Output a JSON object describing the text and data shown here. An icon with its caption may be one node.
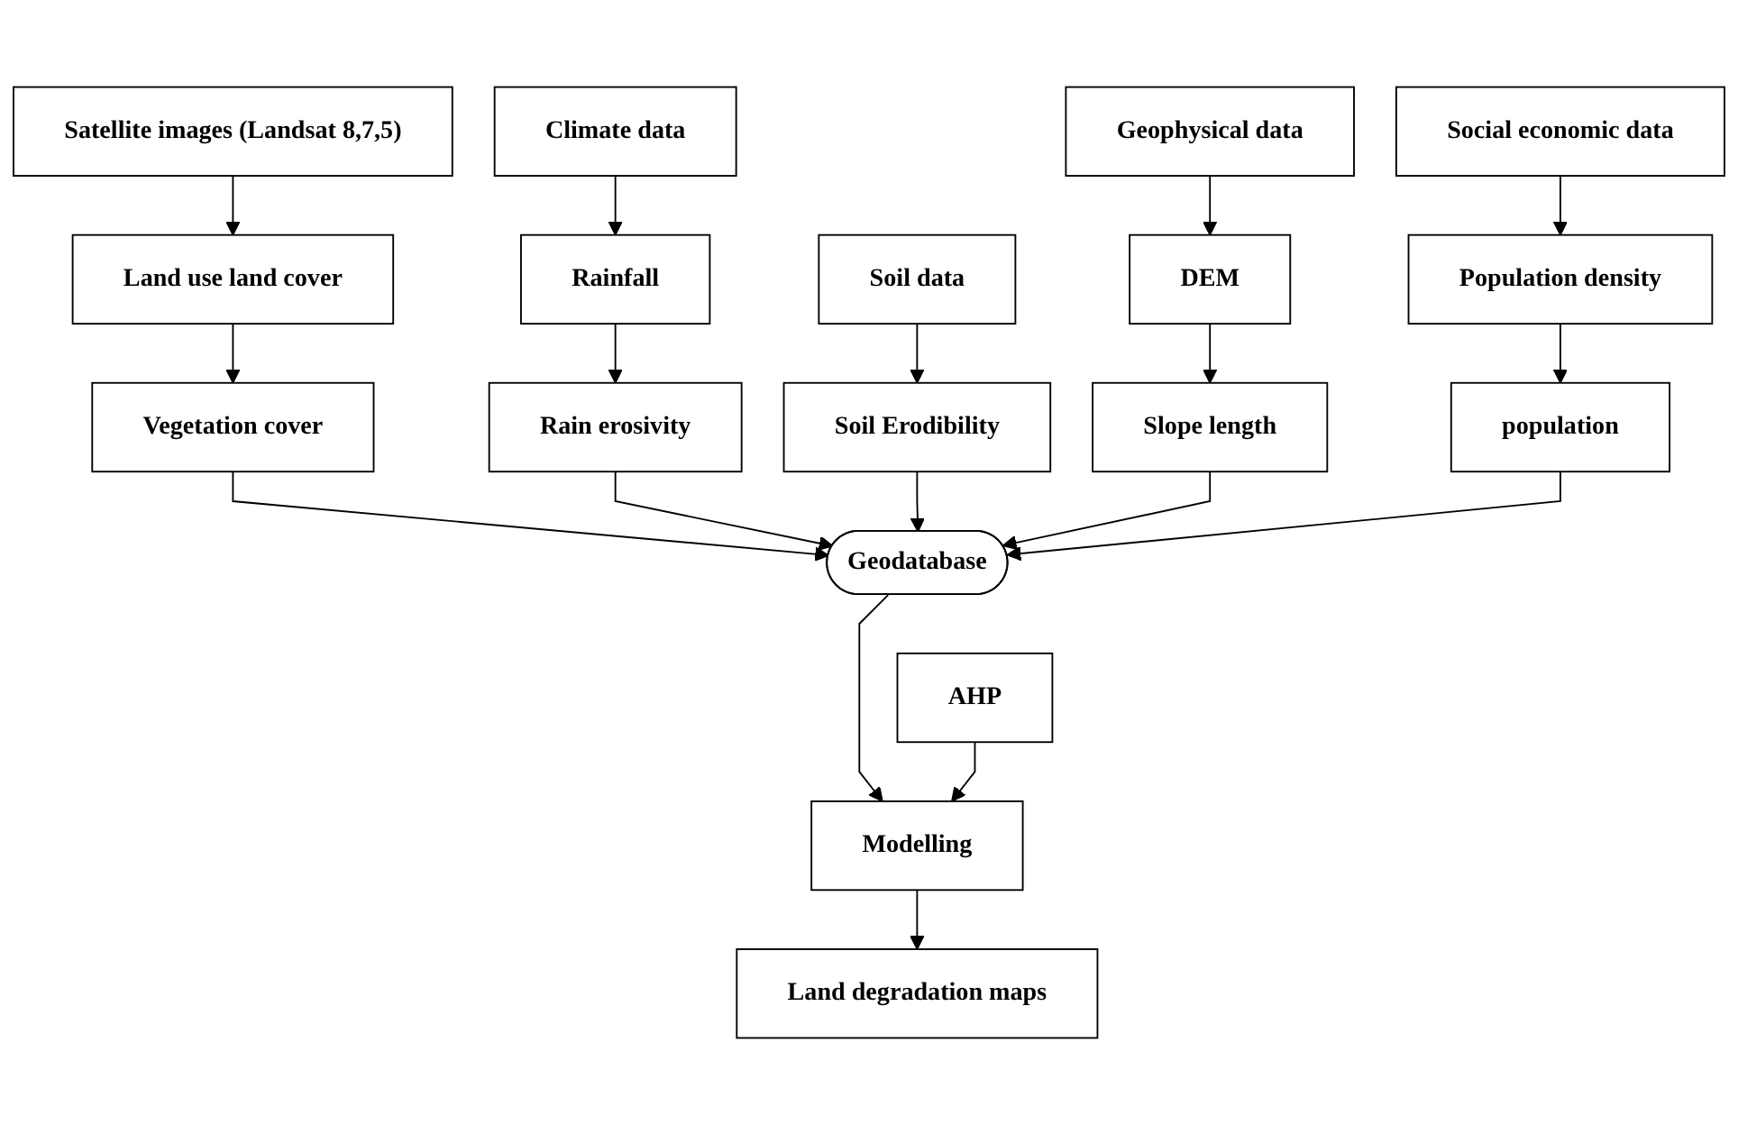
{
  "diagram": {
    "nodes": [
      {
        "text": [
          "Satellite images (Landsat 8,7,5)"
        ]
      },
      {
        "text": [
          "Climate data"
        ]
      },
      {
        "text": [
          "Soil data"
        ]
      },
      {
        "text": [
          "Geophysical data"
        ]
      },
      {
        "text": [
          "Social economic data"
        ]
      },
      {
        "text": [
          "Land use land cover"
        ]
      },
      {
        "text": [
          "Rainfall"
        ]
      },
      {
        "text": [
          "Soil Erodibility"
        ]
      },
      {
        "text": [
          "DEM"
        ]
      },
      {
        "text": [
          "Population density"
        ]
      },
      {
        "text": [
          "Vegetation cover"
        ]
      },
      {
        "text": [
          "Rain erosivity"
        ]
      },
      {
        "text": [
          "Slope length"
        ]
      },
      {
        "text": [
          "population"
        ]
      },
      {
        "text": [
          "Geodatabase"
        ]
      },
      {
        "text": [
          "AHP"
        ]
      },
      {
        "text": [
          "Modelling"
        ]
      },
      {
        "text": [
          "Land degradation maps"
        ]
      }
    ],
    "edges": [
      {
        "from": 0,
        "to": 5,
        "arrow": "to"
      },
      {
        "from": 5,
        "to": 10,
        "arrow": "to"
      },
      {
        "from": 1,
        "to": 6,
        "arrow": "to"
      },
      {
        "from": 6,
        "to": 11,
        "arrow": "to"
      },
      {
        "from": 2,
        "to": 7,
        "arrow": "to"
      },
      {
        "from": 3,
        "to": 8,
        "arrow": "to"
      },
      {
        "from": 8,
        "to": 12,
        "arrow": "to"
      },
      {
        "from": 4,
        "to": 9,
        "arrow": "to"
      },
      {
        "from": 9,
        "to": 13,
        "arrow": "to"
      },
      {
        "from": 10,
        "to": 14,
        "arrow": "to"
      },
      {
        "from": 11,
        "to": 14,
        "arrow": "to"
      },
      {
        "from": 7,
        "to": 14,
        "arrow": "to"
      },
      {
        "from": 12,
        "to": 14,
        "arrow": "to"
      },
      {
        "from": 13,
        "to": 14,
        "arrow": "to"
      },
      {
        "from": 14,
        "to": 16,
        "arrow": "to"
      },
      {
        "from": 15,
        "to": 16,
        "arrow": "to"
      },
      {
        "from": 16,
        "to": 17,
        "arrow": "to"
      }
    ]
  }
}
